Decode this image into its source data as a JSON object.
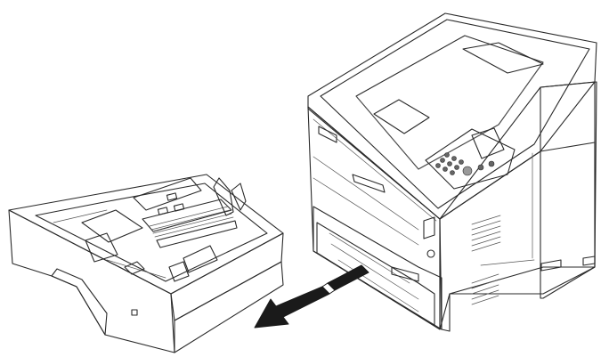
{
  "figure": {
    "colors": {
      "line": "#2a2a2a",
      "body_light": "#f4f4f4",
      "body_mid": "#dcdcdc",
      "body_shade": "#bdbdbd",
      "top_panel": "#7d7d7d",
      "top_panel_dark": "#5e5e5e",
      "screen": "#8d95a6",
      "arrow": "#1a1a1a"
    },
    "icons": [
      "printer-illustration",
      "paper-cassette-illustration",
      "pull-direction-arrow"
    ]
  }
}
